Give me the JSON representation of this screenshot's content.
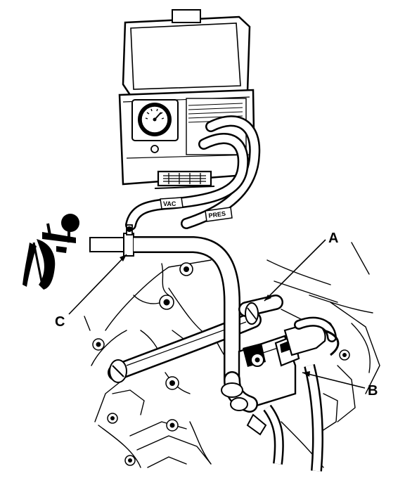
{
  "diagram": {
    "hose_tags": {
      "vac": "VAC",
      "pres": "PRES"
    },
    "callouts": [
      {
        "id": "a",
        "letter": "A"
      },
      {
        "id": "b",
        "letter": "B"
      },
      {
        "id": "c",
        "letter": "C"
      }
    ],
    "colors": {
      "ink": "#000000",
      "background": "#ffffff"
    }
  }
}
